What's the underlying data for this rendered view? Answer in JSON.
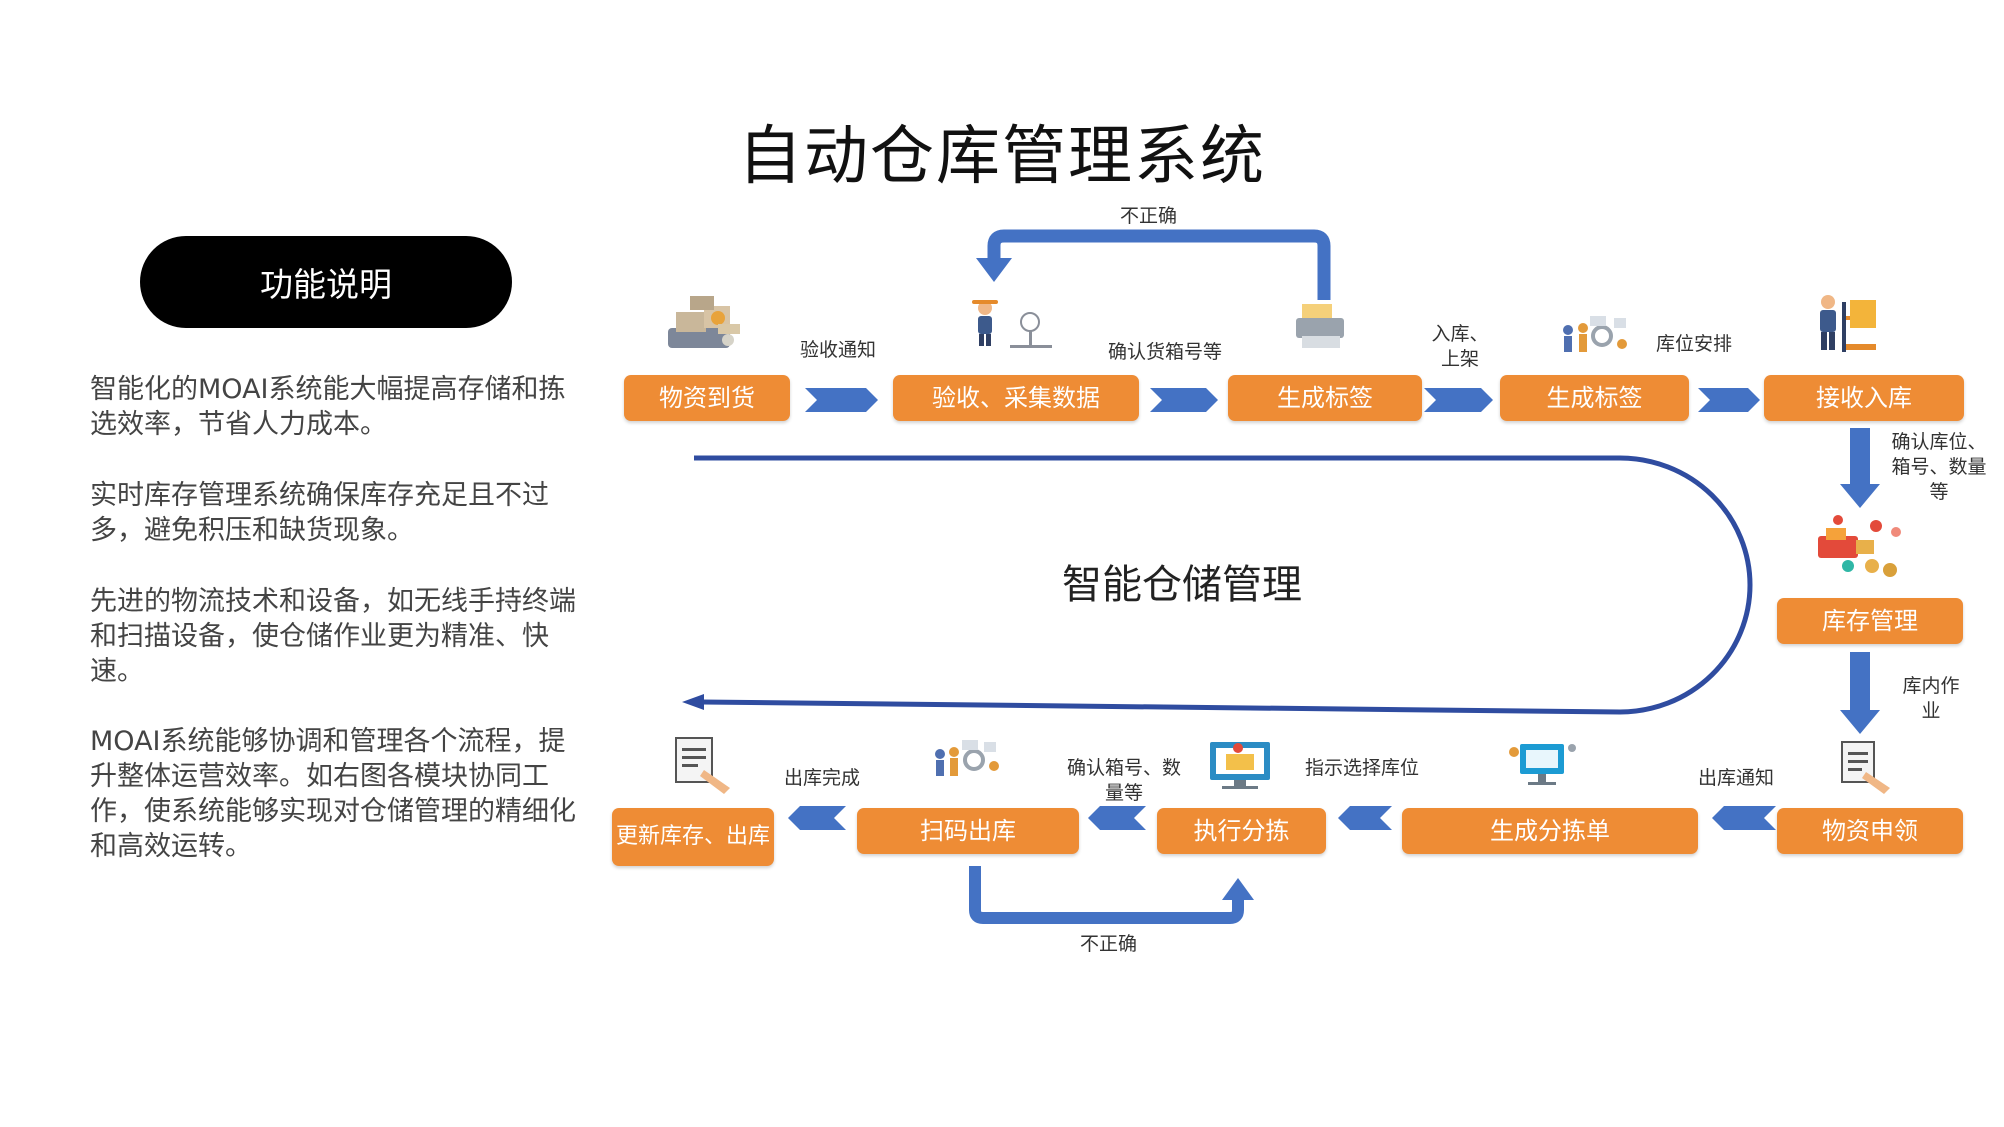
{
  "title": "自动仓库管理系统",
  "sidebar": {
    "heading": "功能说明",
    "paragraphs": [
      "智能化的MOAI系统能大幅提高存储和拣选效率，节省人力成本。",
      "实时库存管理系统确保库存充足且不过多，避免积压和缺货现象。",
      "先进的物流技术和设备，如无线手持终端和扫描设备，使仓储作业更为精准、快速。",
      "MOAI系统能够协调和管理各个流程，提升整体运营效率。如右图各模块协同工作，使系统能够实现对仓储管理的精细化和高效运转。"
    ]
  },
  "diagram": {
    "center_label": "智能仓储管理",
    "colors": {
      "box": "#EE8C35",
      "arrow": "#4472C4",
      "loop": "#2F4CA0"
    },
    "top_steps": [
      "物资到货",
      "验收、采集数据",
      "生成标签",
      "生成标签",
      "接收入库"
    ],
    "inventory": "库存管理",
    "bottom_steps": [
      "物资申领",
      "生成分拣单",
      "执行分拣",
      "扫码出库",
      "更新库存、出库"
    ],
    "labels": {
      "accept_notice": "验收通知",
      "confirm_box": "确认货箱号等",
      "inbound_shelf": "入库、上架",
      "location_plan": "库位安排",
      "confirm_location": "确认库位、箱号、数量等",
      "in_warehouse_ops": "库内作业",
      "outbound_notice": "出库通知",
      "select_location": "指示选择库位",
      "confirm_box_qty": "确认箱号、数量等",
      "outbound_done": "出库完成",
      "incorrect_top": "不正确",
      "incorrect_bottom": "不正确"
    },
    "icons": [
      "goods-arrival-icon",
      "inspection-scale-icon",
      "label-printer-icon",
      "label-team-icon",
      "forklift-worker-icon",
      "inventory-boxes-icon",
      "requisition-form-icon",
      "pick-list-monitor-icon",
      "picking-task-screen-icon",
      "scan-out-team-icon",
      "update-record-icon"
    ]
  }
}
